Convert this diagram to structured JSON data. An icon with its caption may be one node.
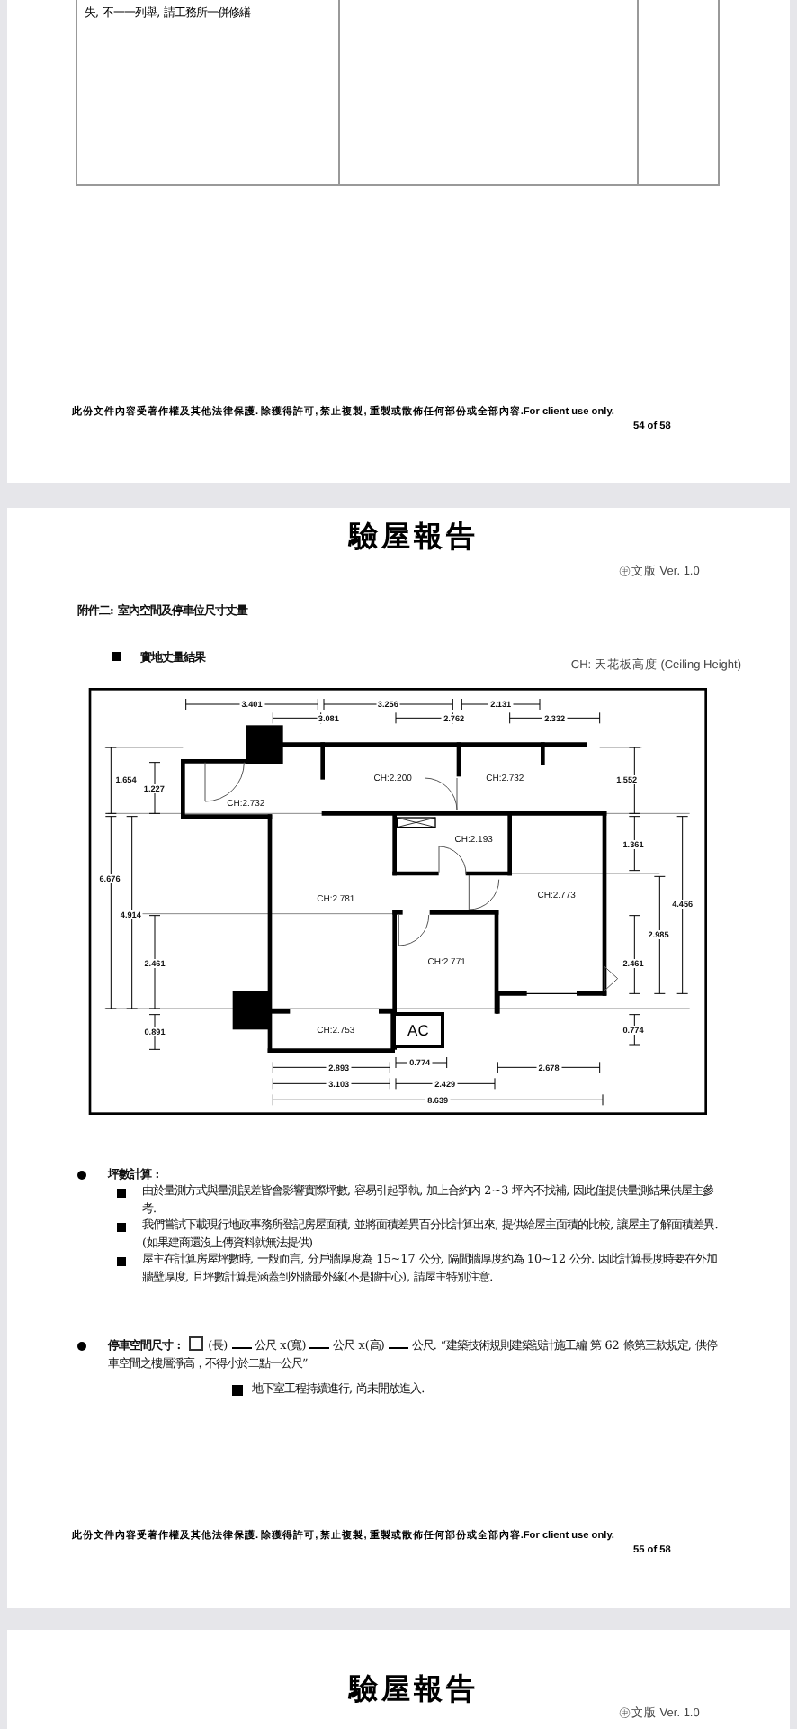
{
  "diagram": {
    "nodes": [
      {
        "text": [
          "AC"
        ]
      }
    ],
    "edges": [],
    "labels": [
      "失, 不一一列舉, 請工務所一併修繕",
      "此份文件內容受著作權及其他法律保護. 除獲得許可, 禁止複製, 重製或散佈任何部份或全部內容.For client use only.",
      "54 of 58",
      "驗屋報告",
      "㊥文版 Ver. 1.0",
      "附件二: 室內空間及停車位尺寸丈量",
      "實地丈量結果",
      "CH: 天花板高度 (Ceiling Height)",
      "3.401",
      "3.256",
      "2.131",
      "3.081",
      "2.762",
      "2.332",
      "1.654",
      "CH:2.200",
      "CH:2.732",
      "1.552",
      "1.227",
      "CH:2.732",
      "CH:2.193",
      "1.361",
      "6.676",
      "CH:2.781",
      "CH:2.773",
      "4.456",
      "4.914",
      "2.985",
      "2.461",
      "CH:2.771",
      "2.461",
      "0.891",
      "CH:2.753",
      "0.774",
      "0.774",
      "2.893",
      "2.678",
      "3.103",
      "2.429",
      "8.639",
      "坪數計算 :",
      "由於量測方式與量測誤差皆會影響實際坪數, 容易引起爭執, 加上合約內 2~3 坪內不找補, 因此僅提供量測結果供屋主參考.",
      "我們嘗試下載現行地政事務所登記房屋面積, 並將面積差異百分比計算出來, 提供給屋主面積的比較, 讓屋主了解面積差異.(如果建商還沒上傳資料就無法提供)",
      "屋主在計算房屋坪數時, 一般而言, 分戶牆厚度為 15~17 公分, 隔間牆厚度約為 10~12 公分. 因此計算長度時要在外加牆壁厚度, 且坪數計算是涵蓋到外牆最外緣(不是牆中心), 請屋主特別注意.",
      "停車空間尺寸 :",
      "(長)",
      "公尺 x(寬)",
      "公尺 x(高)",
      "公尺. “建築技術規則建築設計施工編 第 62 條第三款規定, 供停車空間之樓層淨高，不得小於二點一公尺”",
      "地下室工程持續進行, 尚未開放進入.",
      "此份文件內容受著作權及其他法律保護. 除獲得許可, 禁止複製, 重製或散佈任何部份或全部內容.For client use only.",
      "55 of 58",
      "驗屋報告",
      "㊥文版 Ver. 1.0"
    ]
  }
}
